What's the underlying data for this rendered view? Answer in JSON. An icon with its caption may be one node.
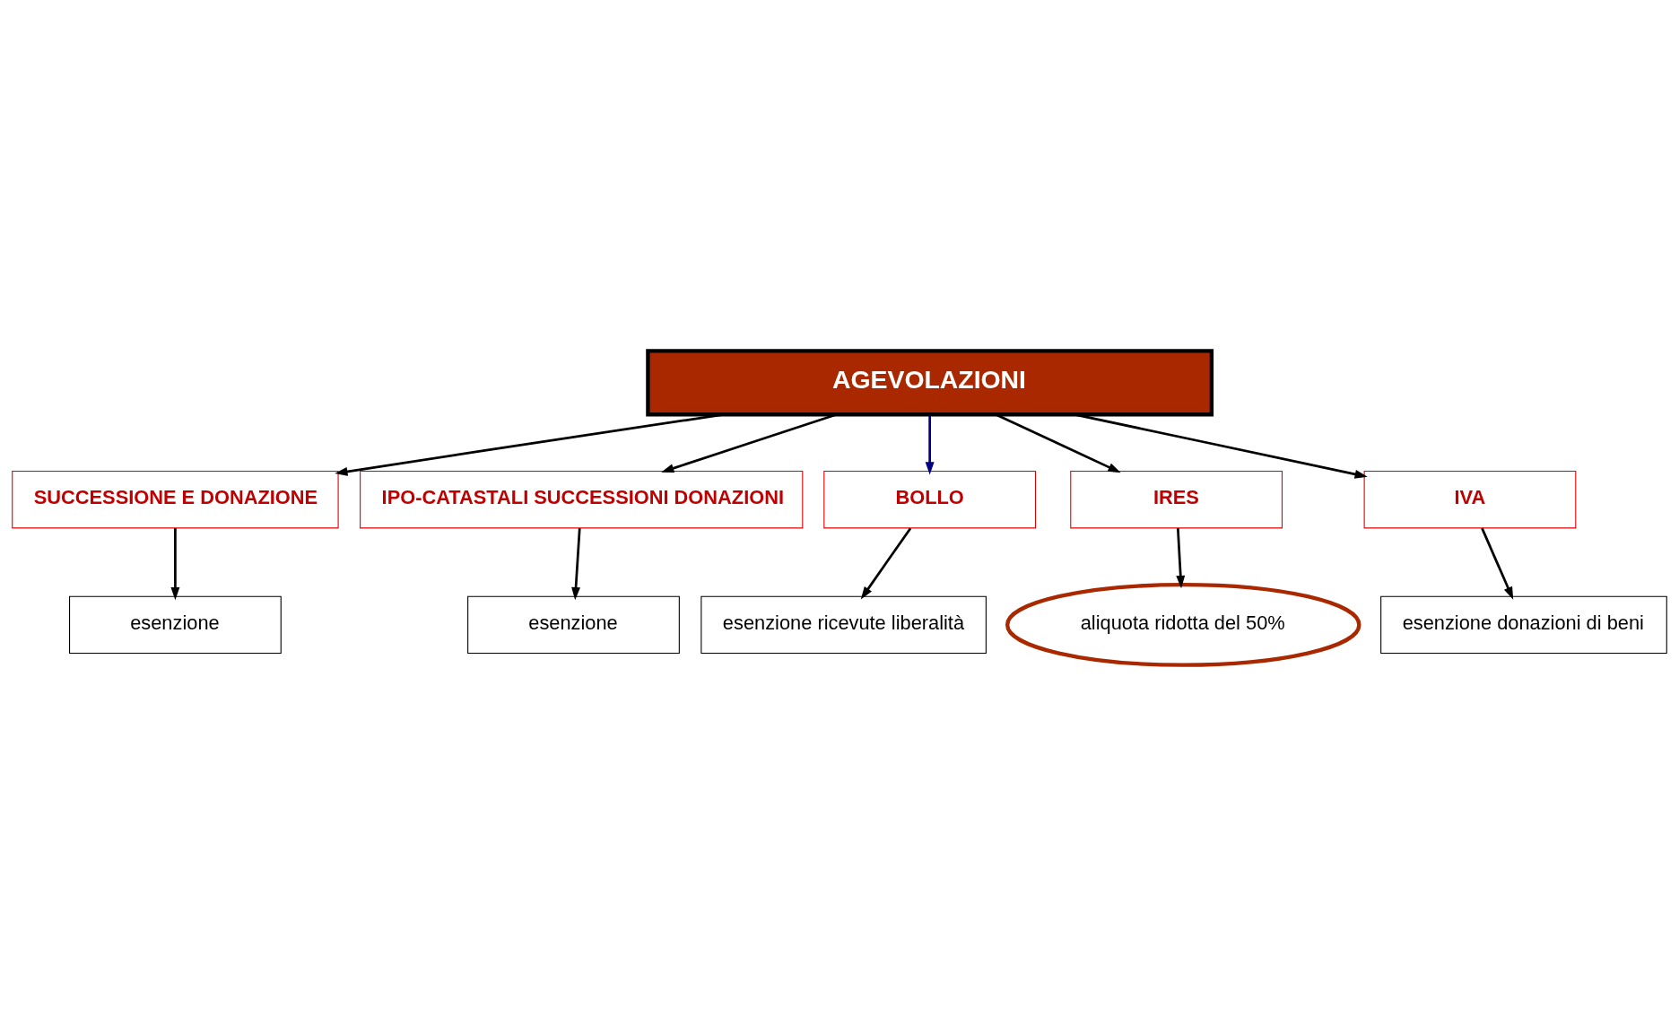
{
  "diagram": {
    "nodes": [
      {
        "text": [
          "AGEVOLAZIONI"
        ]
      },
      {
        "text": [
          "SUCCESSIONE E DONAZIONE"
        ]
      },
      {
        "text": [
          "IPO-CATASTALI SUCCESSIONI DONAZIONI"
        ]
      },
      {
        "text": [
          "BOLLO"
        ]
      },
      {
        "text": [
          "IRES"
        ]
      },
      {
        "text": [
          "IVA"
        ]
      },
      {
        "text": [
          "esenzione"
        ]
      },
      {
        "text": [
          "esenzione"
        ]
      },
      {
        "text": [
          "aliquota ridotta del 50%"
        ]
      },
      {
        "text": [
          "esenzione donazioni di beni"
        ]
      },
      {
        "text": [
          "esenzione ricevute liberalità"
        ]
      }
    ],
    "edges": [
      {
        "from": 0,
        "to": 1,
        "arrow": "to"
      },
      {
        "from": 0,
        "to": 2,
        "arrow": "to"
      },
      {
        "from": 0,
        "to": 3,
        "arrow": "to",
        "color": "#000080"
      },
      {
        "from": 0,
        "to": 4,
        "arrow": "to"
      },
      {
        "from": 0,
        "to": 5,
        "arrow": "to"
      },
      {
        "from": 1,
        "to": 6,
        "arrow": "to"
      },
      {
        "from": 2,
        "to": 7,
        "arrow": "to"
      },
      {
        "from": 3,
        "to": 10,
        "arrow": "to"
      },
      {
        "from": 4,
        "to": 8,
        "arrow": "to"
      },
      {
        "from": 5,
        "to": 9,
        "arrow": "to"
      }
    ]
  }
}
